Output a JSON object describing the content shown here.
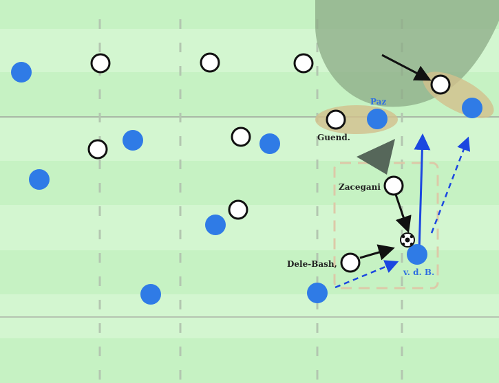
{
  "colors": {
    "stripe_dark": "#c1f0be",
    "stripe_light": "#d6f8d3",
    "line": "#a6b8a4",
    "guide": "#b3c6b0",
    "blue_team": "#2f7be6",
    "white_team": "#ffffff",
    "pass_arrow": "#1b47e0",
    "run_arrow": "#111111",
    "pressing_zone": "#93ac8f",
    "pairing_zone": "#d0c08c",
    "box": "#d6c5a6"
  },
  "labels": {
    "guend": "Guend.",
    "paz": "Paz",
    "zacegani": "Zacegani",
    "dele_bash": "Dele-Bash,",
    "vdb": "v. d. B."
  }
}
